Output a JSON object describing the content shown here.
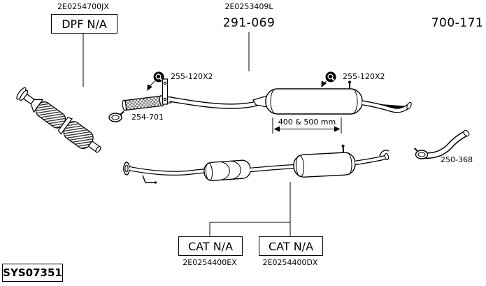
{
  "diagram": {
    "system_code": "SYS07351",
    "upper": {
      "dpf_part_number": "2E0254700JX",
      "dpf_label": "DPF N/A",
      "muffler_part_number": "2E0253409L",
      "muffler_ref": "291-069",
      "tailpipe_ref": "700-171",
      "clamp_front_label": "255-120X2",
      "clamp_rear_label": "255-120X2",
      "flex_clamp_label": "254-701",
      "muffler_dimension": "400 & 500 mm",
      "tail_clamp_label": "250-368"
    },
    "lower": {
      "cat_left_label": "CAT N/A",
      "cat_left_part_number": "2E0254400EX",
      "cat_right_label": "CAT N/A",
      "cat_right_part_number": "2E0254400DX"
    },
    "colors": {
      "line": "#000000",
      "background": "#ffffff"
    }
  }
}
